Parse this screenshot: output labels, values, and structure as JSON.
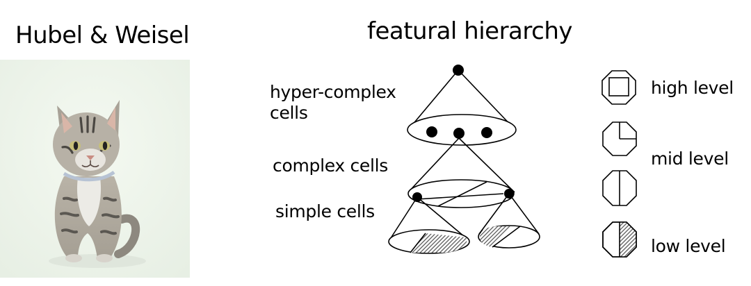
{
  "left_panel": {
    "title": "Hubel & Weisel",
    "photo_subject": "cat"
  },
  "right_panel": {
    "title": "featural hierarchy",
    "cell_labels": {
      "hyper_complex_line1": "hyper-complex",
      "hyper_complex_line2": "cells",
      "complex": "complex cells",
      "simple": "simple cells"
    },
    "level_labels": {
      "high": "high level",
      "mid": "mid level",
      "low": "low level"
    }
  },
  "colors": {
    "ink": "#000000",
    "hatch": "#777777",
    "background": "#ffffff"
  }
}
